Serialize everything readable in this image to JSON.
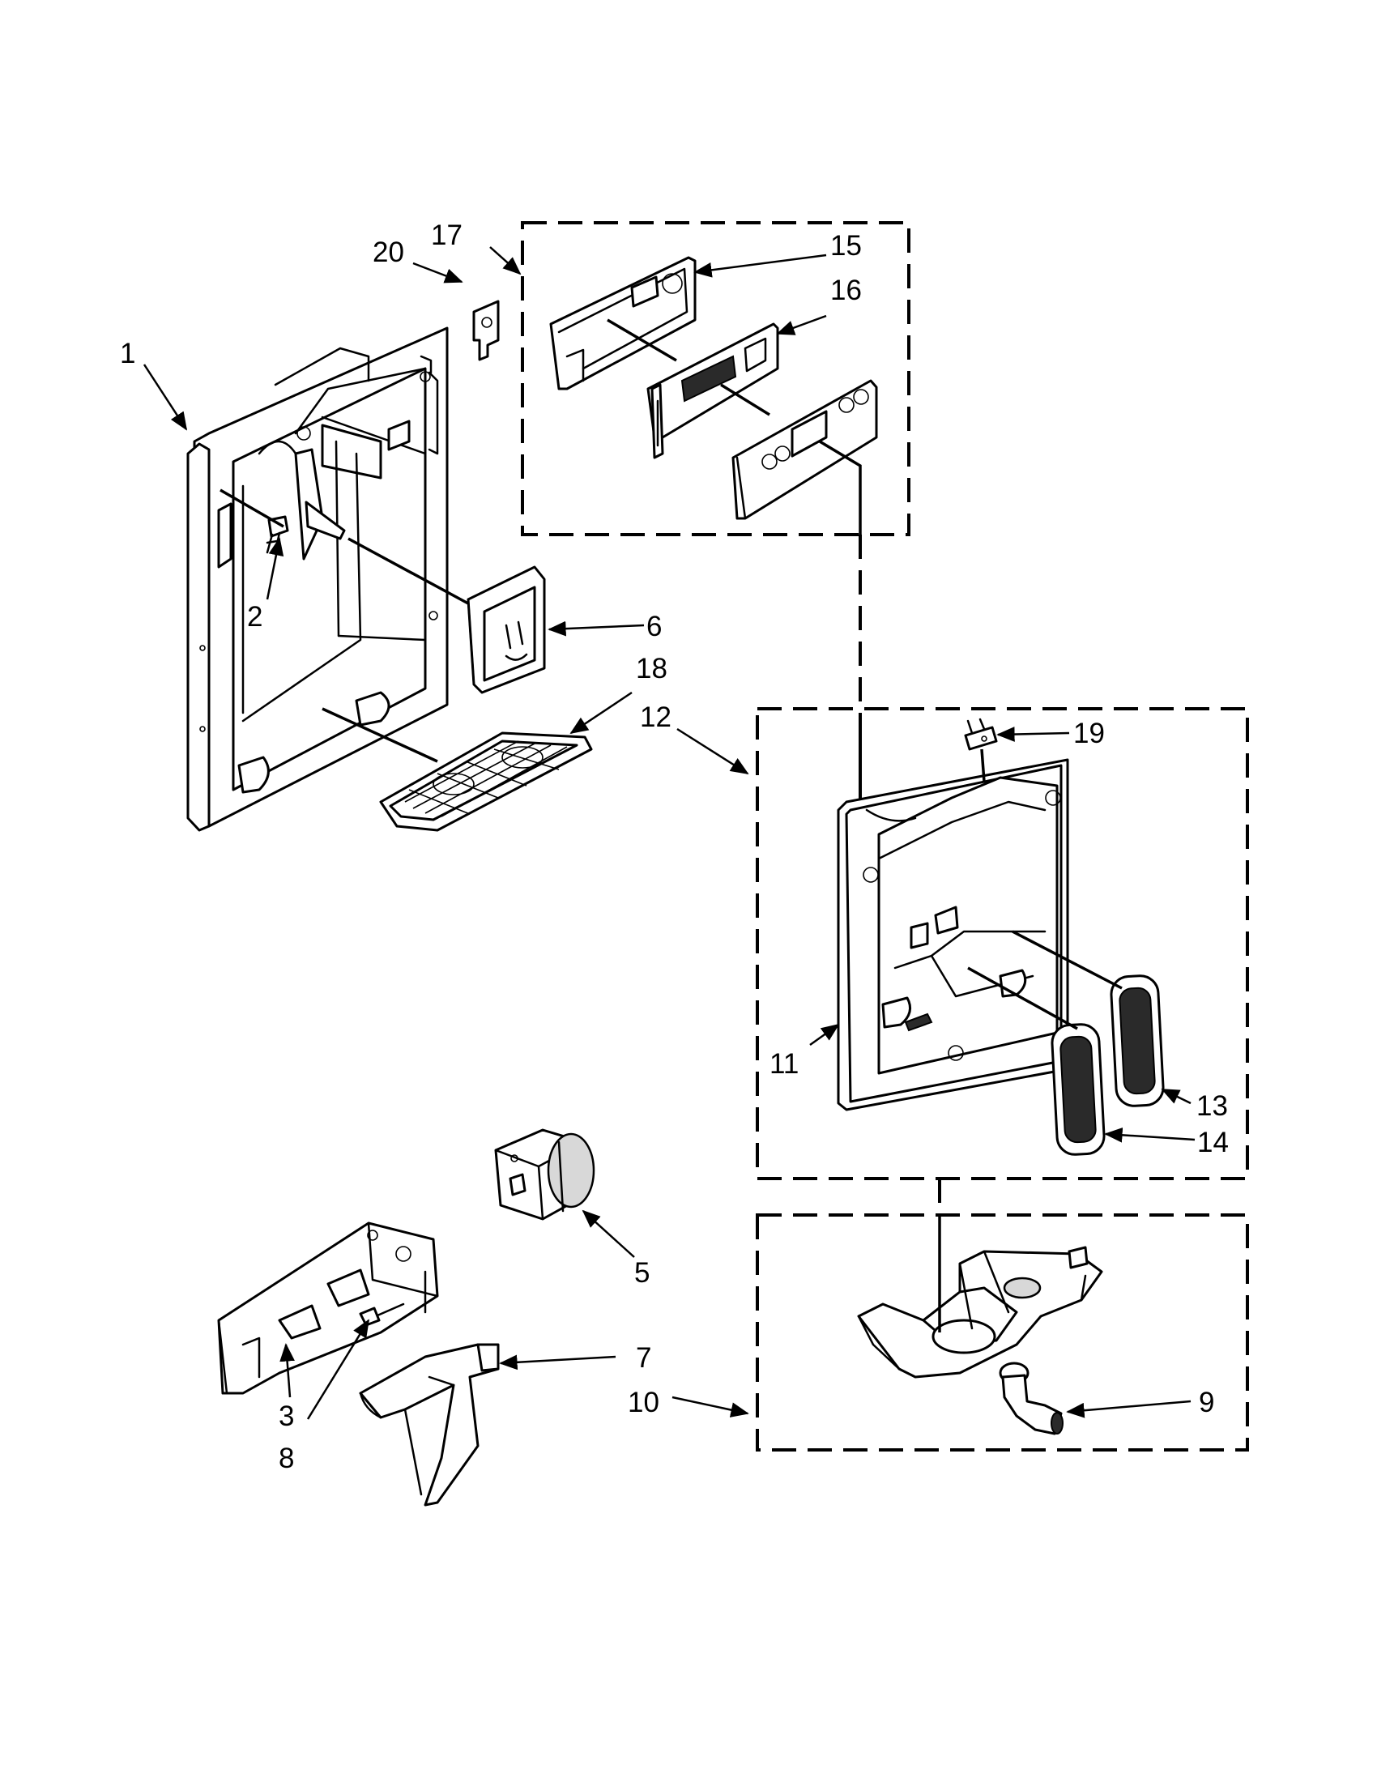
{
  "callouts": [
    {
      "id": "c1",
      "label": "1"
    },
    {
      "id": "c2",
      "label": "2"
    },
    {
      "id": "c3",
      "label": "3"
    },
    {
      "id": "c5",
      "label": "5"
    },
    {
      "id": "c6",
      "label": "6"
    },
    {
      "id": "c7",
      "label": "7"
    },
    {
      "id": "c8",
      "label": "8"
    },
    {
      "id": "c9",
      "label": "9"
    },
    {
      "id": "c10",
      "label": "10"
    },
    {
      "id": "c11",
      "label": "11"
    },
    {
      "id": "c12",
      "label": "12"
    },
    {
      "id": "c13",
      "label": "13"
    },
    {
      "id": "c14",
      "label": "14"
    },
    {
      "id": "c15",
      "label": "15"
    },
    {
      "id": "c16",
      "label": "16"
    },
    {
      "id": "c17",
      "label": "17"
    },
    {
      "id": "c18",
      "label": "18"
    },
    {
      "id": "c19",
      "label": "19"
    },
    {
      "id": "c20",
      "label": "20"
    }
  ]
}
